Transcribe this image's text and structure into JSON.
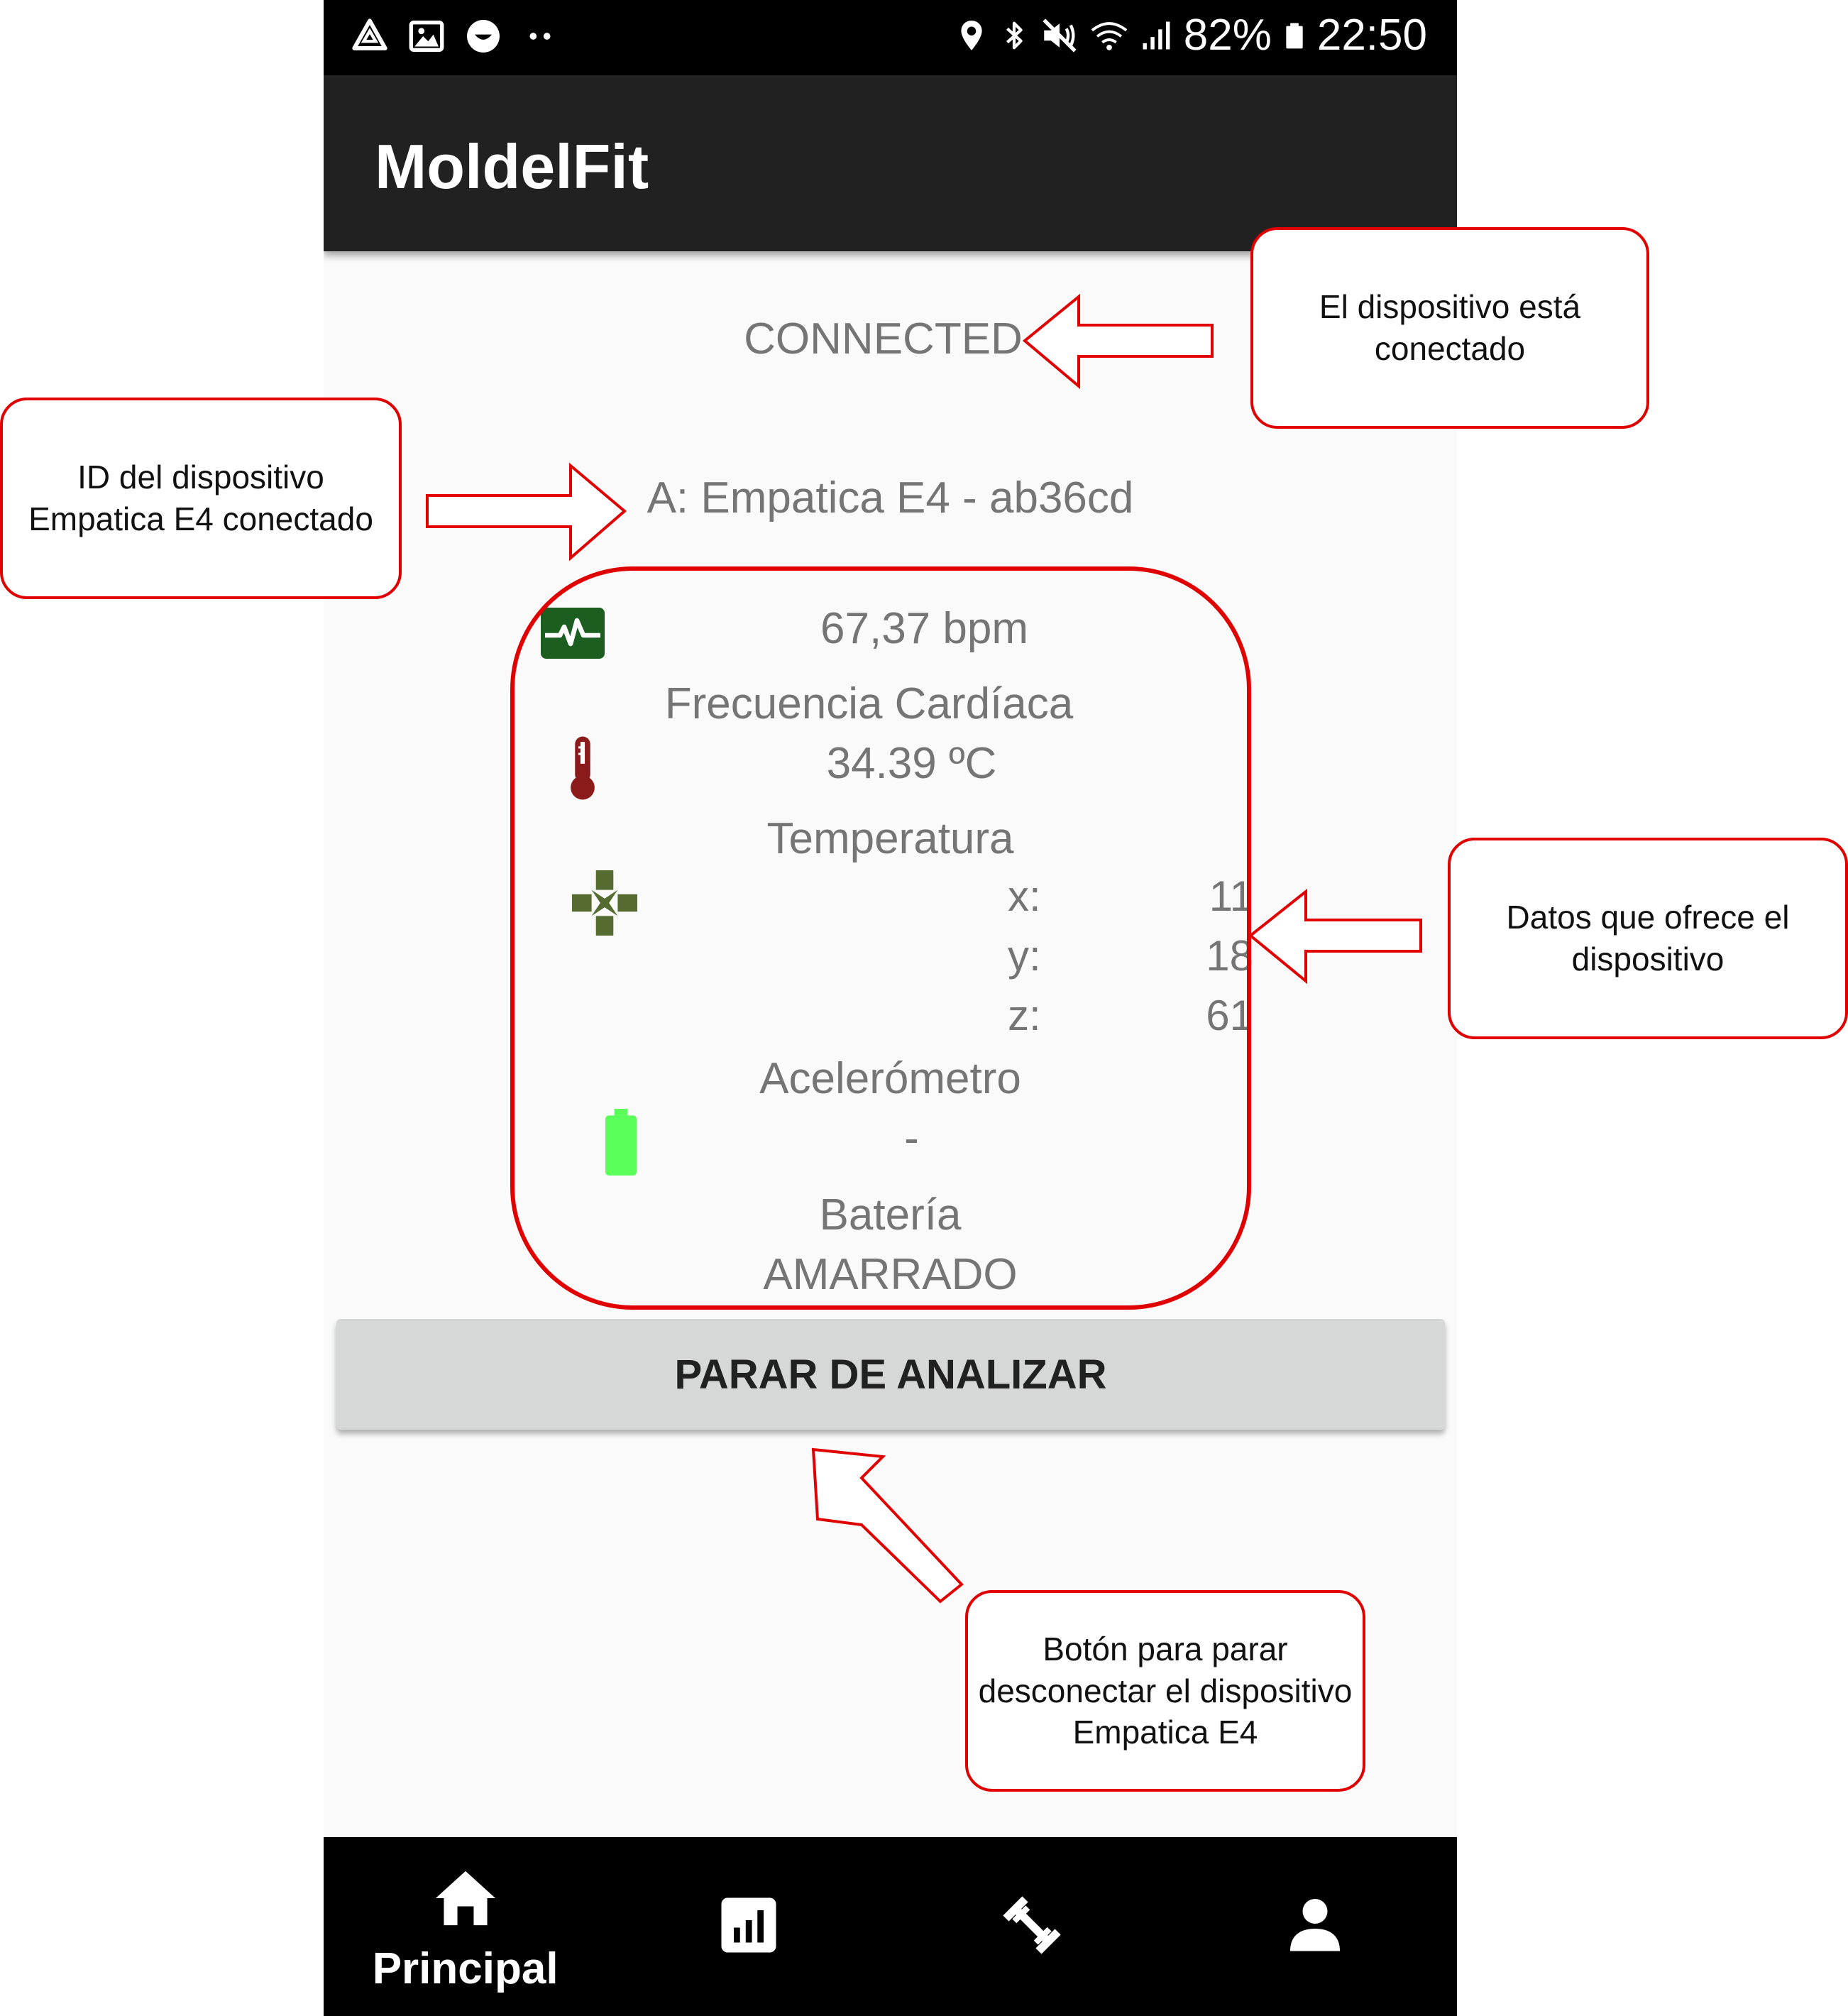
{
  "status_bar": {
    "battery": "82%",
    "time": "22:50",
    "left_icons": [
      "drive-icon",
      "gallery-icon",
      "face-icon",
      "more-dots-icon"
    ],
    "right_icons": [
      "location-icon",
      "bluetooth-icon",
      "mute-icon",
      "wifi-icon",
      "signal-icon",
      "battery-icon"
    ]
  },
  "app_bar": {
    "title": "MoldelFit"
  },
  "main": {
    "connection_status": "CONNECTED",
    "device_id": "A: Empatica E4 - ab36cd",
    "heart_rate": {
      "value": "67,37 bpm",
      "label": "Frecuencia Cardíaca"
    },
    "temperature": {
      "value": "34.39 ºC",
      "label": "Temperatura"
    },
    "accelerometer": {
      "x_label": "x:",
      "x_value": "11",
      "y_label": "y:",
      "y_value": "18",
      "z_label": "z:",
      "z_value": "61",
      "label": "Acelerómetro"
    },
    "battery": {
      "value": "-",
      "label": "Batería"
    },
    "wrist_status": "AMARRADO",
    "stop_button_label": "PARAR DE ANALIZAR"
  },
  "bottom_nav": {
    "items": [
      {
        "label": "Principal",
        "icon": "home-icon"
      },
      {
        "label": "",
        "icon": "stats-icon"
      },
      {
        "label": "",
        "icon": "dumbbell-icon"
      },
      {
        "label": "",
        "icon": "person-icon"
      }
    ]
  },
  "annotations": {
    "connected": "El dispositivo está conectado",
    "device_id": "ID del dispositivo Empatica E4 conectado",
    "data": "Datos que ofrece el dispositivo",
    "button": "Botón para parar desconectar el dispositivo Empatica E4"
  },
  "colors": {
    "annotation_red": "#e00000",
    "heart_icon": "#1b5e20",
    "thermometer_icon": "#8b1a1a",
    "accel_icon": "#556b2f",
    "battery_icon": "#5aff5a"
  }
}
